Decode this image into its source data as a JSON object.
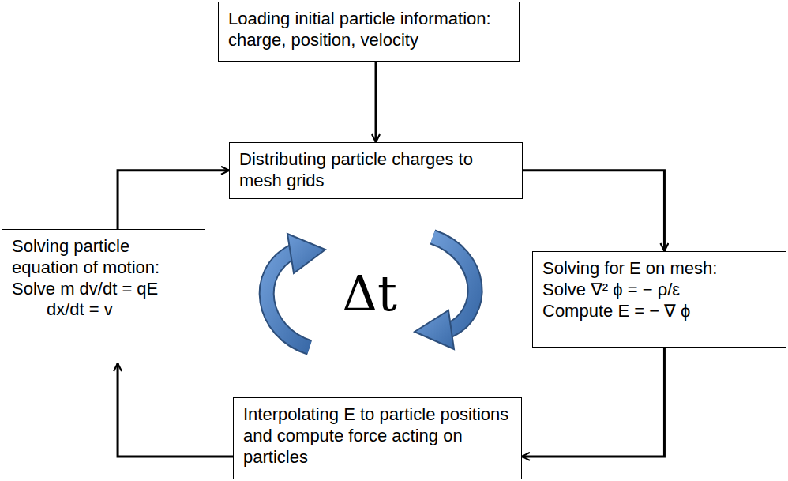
{
  "diagram": {
    "nodes": [
      {
        "text": [
          "Loading initial particle information: charge, position, velocity"
        ]
      },
      {
        "text": [
          "Distributing particle charges to mesh grids"
        ]
      },
      {
        "text": [
          "Solving for E on mesh:",
          "Solve ∇² ϕ = − ρ/ε",
          "Compute E = − ∇ ϕ"
        ]
      },
      {
        "text": [
          "Interpolating E to particle positions and compute force acting on particles"
        ]
      },
      {
        "text": [
          "Solving particle equation of motion:",
          "Solve m dv/dt = qE",
          "dx/dt = v"
        ]
      }
    ],
    "edges": [
      {
        "from": 0,
        "to": 1,
        "arrow": "to"
      },
      {
        "from": 1,
        "to": 2,
        "arrow": "to"
      },
      {
        "from": 2,
        "to": 3,
        "arrow": "to"
      },
      {
        "from": 3,
        "to": 4,
        "arrow": "to"
      },
      {
        "from": 4,
        "to": 1,
        "arrow": "to"
      }
    ],
    "labels": [
      "Δt"
    ]
  }
}
